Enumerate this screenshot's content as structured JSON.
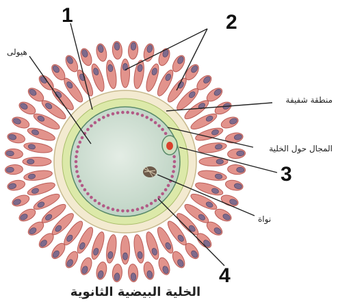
{
  "numbers": {
    "n1": "1",
    "n2": "2",
    "n3": "3",
    "n4": "4"
  },
  "labels": {
    "cytoplasm": "هيولى",
    "zona_pellucida": "منطقة شفيفة",
    "perivitelline_space": "المجال حول الخلية",
    "nucleus": "نواة"
  },
  "caption": "الخلية البيضية الثانوية",
  "colors": {
    "follicle_fill": "#e2938c",
    "follicle_stroke": "#b85a55",
    "follicle_nucleus": "#7e6a8c",
    "zona": "#f3ead0",
    "perivitelline": "#dce9a9",
    "cytoplasm": "#cfe0d2",
    "granules": "#b25a86",
    "polar_body": "#d9412d",
    "membrane": "#5a8a6a"
  }
}
